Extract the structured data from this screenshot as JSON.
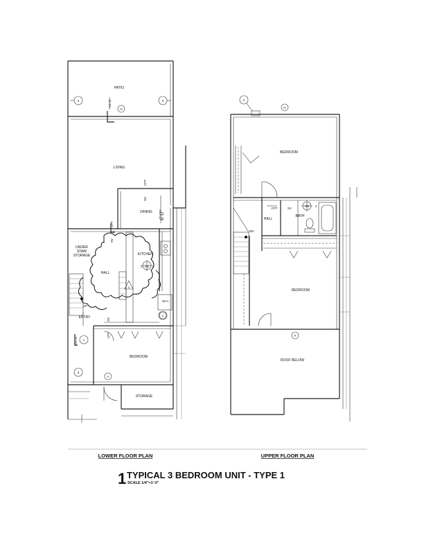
{
  "lower_plan": {
    "title": "LOWER FLOOR PLAN",
    "rooms": {
      "patio": "PATIO",
      "living": "LIVING",
      "dining": "DINING",
      "kitchen": "KITCHEN",
      "under_stair_1": "UNDER",
      "under_stair_2": "STAIR",
      "under_stair_3": "STORAGE",
      "hall": "HALL",
      "entry": "ENTRY",
      "bedroom": "BEDROOM",
      "storage": "STORAGE",
      "wh": "W.H."
    },
    "tags": {
      "cpt1": "CPT",
      "sv1": "SV",
      "cpt2": "CPT",
      "sv2": "SV",
      "cpt3": "CPT",
      "sv3": "SV",
      "up": "UP",
      "as": "AS",
      "door_h": "H",
      "door_a": "A",
      "callout_3": "3",
      "callout_1": "1",
      "callout_2": "2",
      "sec_ref": "A1-11",
      "sec_ref2": "A1-11",
      "delta": "1",
      "dim": "6'0\""
    }
  },
  "upper_plan": {
    "title": "UPPER FLOOR PLAN",
    "rooms": {
      "bedroom_top": "BEDROOM",
      "hall": "HALL",
      "bath": "BATH",
      "bedroom_mid": "BEDROOM",
      "roof_below": "ROOF BELOW"
    },
    "tags": {
      "cpt": "CPT",
      "sv": "SV",
      "dn": "DN",
      "as": "AS",
      "door_g": "G",
      "door_f": "F",
      "callout_2": "2",
      "callout_4": "4"
    }
  },
  "title_block": {
    "number": "1",
    "title": "TYPICAL 3 BEDROOM UNIT - TYPE 1",
    "scale": "SCALE 1/4\"=1'-0\""
  }
}
